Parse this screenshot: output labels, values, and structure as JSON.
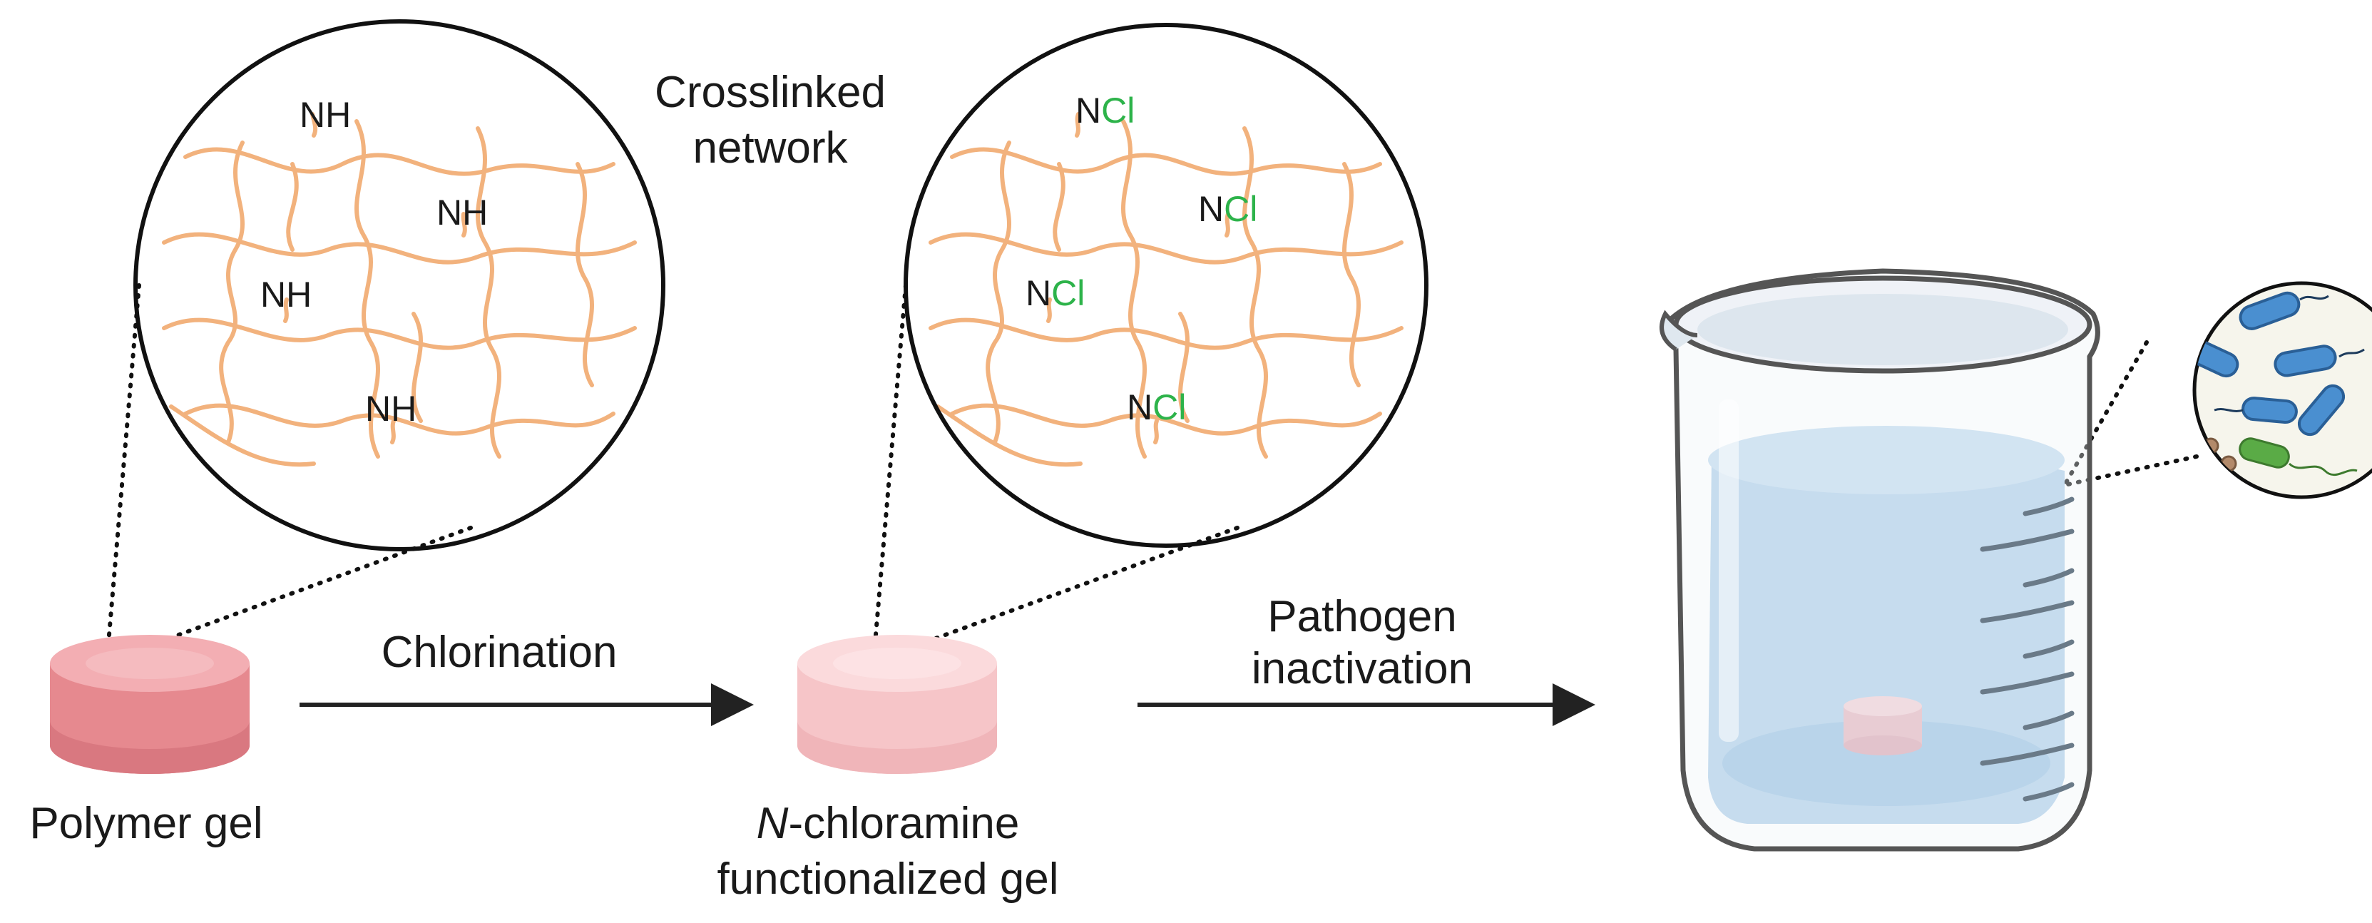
{
  "labels": {
    "crosslinked_line1": "Crosslinked",
    "crosslinked_line2": "network",
    "chlorination": "Chlorination",
    "pathogen_line1": "Pathogen",
    "pathogen_line2": "inactivation",
    "polymer_gel": "Polymer gel",
    "nchloramine_italic": "N",
    "nchloramine_rest": "-chloramine",
    "functionalized_gel": "functionalized gel"
  },
  "chem": {
    "nh": "NH",
    "n": "N",
    "cl": "Cl"
  },
  "colors": {
    "network_strand": "#f2b27d",
    "chlorine_green": "#2db34a",
    "gel_untreated": "#ec9ba1",
    "gel_treated": "#f7ccce",
    "water": "#a9cbe8",
    "bacteria": "#4a8fd0",
    "virus": "#b38a6a",
    "green_bacterium": "#5aab46"
  }
}
